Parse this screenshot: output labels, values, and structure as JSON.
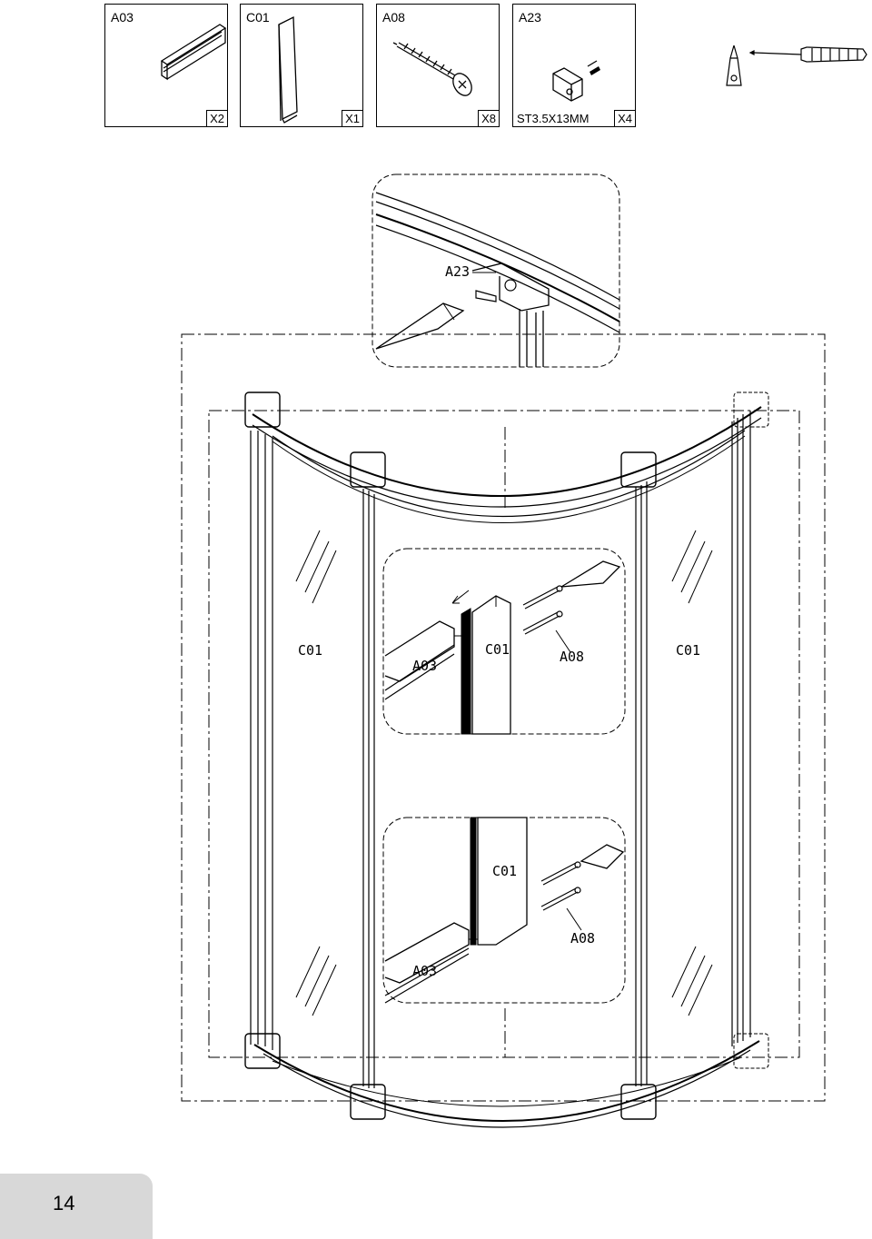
{
  "parts": [
    {
      "code": "A03",
      "qty": "X2",
      "spec": ""
    },
    {
      "code": "C01",
      "qty": "X1",
      "spec": ""
    },
    {
      "code": "A08",
      "qty": "X8",
      "spec": ""
    },
    {
      "code": "A23",
      "qty": "X4",
      "spec": "ST3.5X13MM"
    }
  ],
  "diagram": {
    "top_detail_label": "A23",
    "glass_left_label": "C01",
    "glass_right_label": "C01",
    "detail1": {
      "profile": "A03",
      "panel": "C01",
      "screw": "A08"
    },
    "detail2": {
      "profile": "A03",
      "panel": "C01",
      "screw": "A08"
    }
  },
  "tools": [
    "screwdriver-icon",
    "screwdriver-tip-icon"
  ],
  "page_number": "14"
}
